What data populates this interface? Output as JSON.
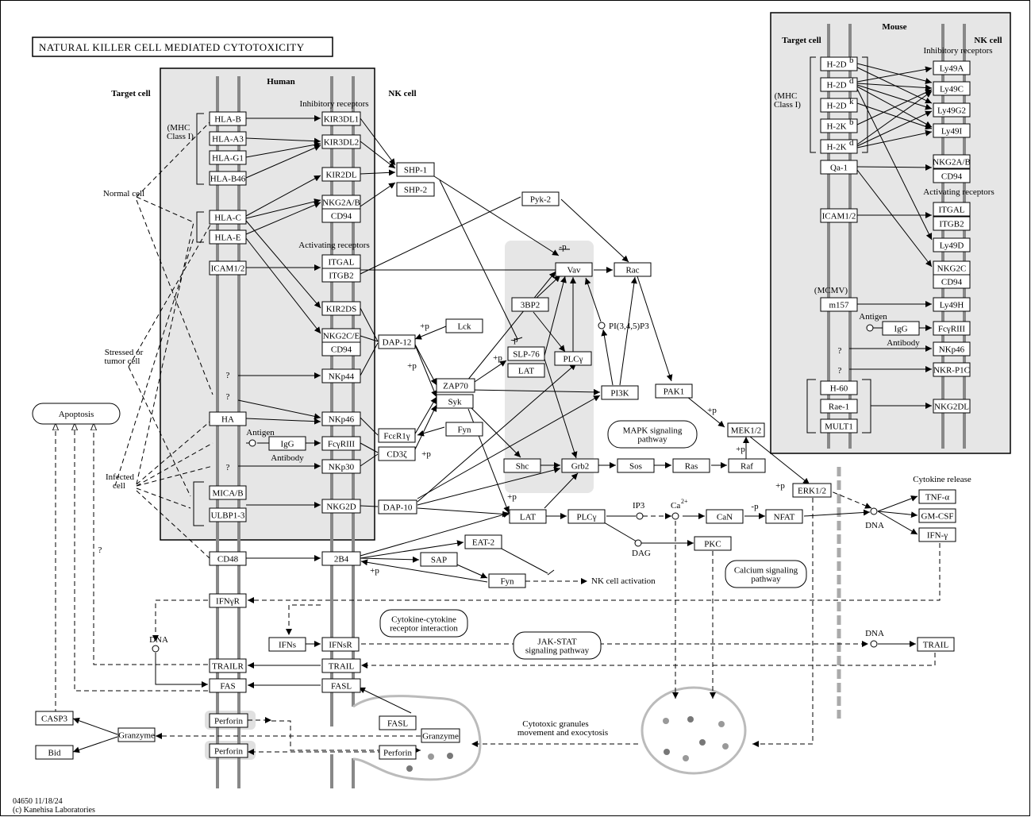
{
  "title": "NATURAL KILLER CELL MEDIATED CYTOTOXICITY",
  "footer": {
    "code": "04650 11/18/24",
    "copyright": "(c) Kanehisa Laboratories"
  },
  "colors": {
    "panel": "#e6e6e6",
    "membrane": "#888888",
    "granule": "#bbbbbb"
  },
  "labels": [
    {
      "id": "human",
      "text": "Human",
      "bold": true
    },
    {
      "id": "target-cell-h",
      "text": "Target cell",
      "bold": true
    },
    {
      "id": "nk-cell-h",
      "text": "NK cell",
      "bold": true
    },
    {
      "id": "inhib-h",
      "text": "Inhibitory receptors"
    },
    {
      "id": "activ-h",
      "text": "Activating receptors"
    },
    {
      "id": "mhc1",
      "text": "(MHC"
    },
    {
      "id": "mhc2",
      "text": "Class I)"
    },
    {
      "id": "normal",
      "text": "Normal cell"
    },
    {
      "id": "stressed1",
      "text": "Stressed or"
    },
    {
      "id": "stressed2",
      "text": "tumor cell"
    },
    {
      "id": "infected1",
      "text": "Infected"
    },
    {
      "id": "infected2",
      "text": "cell"
    },
    {
      "id": "antigen-h",
      "text": "Antigen"
    },
    {
      "id": "antibody-h",
      "text": "Antibody"
    },
    {
      "id": "q1",
      "text": "?"
    },
    {
      "id": "q2",
      "text": "?"
    },
    {
      "id": "q3",
      "text": "?"
    },
    {
      "id": "q4",
      "text": "?"
    },
    {
      "id": "mouse",
      "text": "Mouse",
      "bold": true
    },
    {
      "id": "target-cell-m",
      "text": "Target cell",
      "bold": true
    },
    {
      "id": "nk-cell-m",
      "text": "NK cell",
      "bold": true
    },
    {
      "id": "inhib-m",
      "text": "Inhibitory receptors"
    },
    {
      "id": "activ-m",
      "text": "Activating receptors"
    },
    {
      "id": "mmhc1",
      "text": "(MHC"
    },
    {
      "id": "mmhc2",
      "text": "Class I)"
    },
    {
      "id": "mcmv",
      "text": "(MCMV)"
    },
    {
      "id": "antigen-m",
      "text": "Antigen"
    },
    {
      "id": "antibody-m",
      "text": "Antibody"
    },
    {
      "id": "mq1",
      "text": "?"
    },
    {
      "id": "mq2",
      "text": "?"
    },
    {
      "id": "p1",
      "text": "+p"
    },
    {
      "id": "p2",
      "text": "+p"
    },
    {
      "id": "p3",
      "text": "+p"
    },
    {
      "id": "p4",
      "text": "+p"
    },
    {
      "id": "p5",
      "text": "+p"
    },
    {
      "id": "p6",
      "text": "+p"
    },
    {
      "id": "p7",
      "text": "+p"
    },
    {
      "id": "p8",
      "text": "+p"
    },
    {
      "id": "p9",
      "text": "+p"
    },
    {
      "id": "m1",
      "text": "-p"
    },
    {
      "id": "m2",
      "text": "-p"
    },
    {
      "id": "m3",
      "text": "-p"
    },
    {
      "id": "pi3",
      "text": "PI(3,4,5)P3"
    },
    {
      "id": "ip3",
      "text": "IP3"
    },
    {
      "id": "ca",
      "text": "Ca2+"
    },
    {
      "id": "dag",
      "text": "DAG"
    },
    {
      "id": "dna1",
      "text": "DNA"
    },
    {
      "id": "dna2",
      "text": "DNA"
    },
    {
      "id": "dna3",
      "text": "DNA"
    },
    {
      "id": "cyto-release",
      "text": "Cytokine release"
    },
    {
      "id": "nk-activation",
      "text": "NK cell activation"
    },
    {
      "id": "granules1",
      "text": "Cytotoxic granules"
    },
    {
      "id": "granules2",
      "text": "movement and exocytosis"
    }
  ],
  "pathways": [
    {
      "id": "mapk",
      "lines": [
        "MAPK signaling",
        "pathway"
      ]
    },
    {
      "id": "calcium",
      "lines": [
        "Calcium signaling",
        "pathway"
      ]
    },
    {
      "id": "cytokine",
      "lines": [
        "Cytokine-cytokine",
        "receptor interaction"
      ]
    },
    {
      "id": "jakstat",
      "lines": [
        "JAK-STAT",
        "signaling pathway"
      ]
    },
    {
      "id": "apoptosis",
      "lines": [
        "Apoptosis"
      ]
    }
  ],
  "nodes": [
    {
      "id": "HLA-B",
      "text": "HLA-B"
    },
    {
      "id": "HLA-A3",
      "text": "HLA-A3"
    },
    {
      "id": "HLA-G1",
      "text": "HLA-G1"
    },
    {
      "id": "HLA-B46",
      "text": "HLA-B46"
    },
    {
      "id": "HLA-C",
      "text": "HLA-C"
    },
    {
      "id": "HLA-E",
      "text": "HLA-E"
    },
    {
      "id": "ICAM",
      "text": "ICAM1/2"
    },
    {
      "id": "HA",
      "text": "HA"
    },
    {
      "id": "MICAB",
      "text": "MICA/B"
    },
    {
      "id": "ULBP",
      "text": "ULBP1-3"
    },
    {
      "id": "CD48",
      "text": "CD48"
    },
    {
      "id": "KIR3DL1",
      "text": "KIR3DL1"
    },
    {
      "id": "KIR3DL2",
      "text": "KIR3DL2"
    },
    {
      "id": "KIR2DL",
      "text": "KIR2DL"
    },
    {
      "id": "NKG2AB",
      "text": "NKG2A/B"
    },
    {
      "id": "CD94a",
      "text": "CD94"
    },
    {
      "id": "ITGAL",
      "text": "ITGAL"
    },
    {
      "id": "ITGB2",
      "text": "ITGB2"
    },
    {
      "id": "KIR2DS",
      "text": "KIR2DS"
    },
    {
      "id": "NKG2CE",
      "text": "NKG2C/E"
    },
    {
      "id": "CD94b",
      "text": "CD94"
    },
    {
      "id": "NKp44",
      "text": "NKp44"
    },
    {
      "id": "NKp46",
      "text": "NKp46"
    },
    {
      "id": "FcgRIII",
      "text": "FcγRIII"
    },
    {
      "id": "NKp30",
      "text": "NKp30"
    },
    {
      "id": "NKG2D",
      "text": "NKG2D"
    },
    {
      "id": "2B4",
      "text": "2B4"
    },
    {
      "id": "IgG",
      "text": "IgG"
    },
    {
      "id": "SHP-1",
      "text": "SHP-1"
    },
    {
      "id": "SHP-2",
      "text": "SHP-2"
    },
    {
      "id": "DAP-12",
      "text": "DAP-12"
    },
    {
      "id": "FceR1g",
      "text": "FcεR1γ"
    },
    {
      "id": "CD3z",
      "text": "CD3ζ"
    },
    {
      "id": "DAP-10",
      "text": "DAP-10"
    },
    {
      "id": "Lck",
      "text": "Lck"
    },
    {
      "id": "ZAP70",
      "text": "ZAP70"
    },
    {
      "id": "Syk",
      "text": "Syk"
    },
    {
      "id": "Fyn1",
      "text": "Fyn"
    },
    {
      "id": "Pyk-2",
      "text": "Pyk-2"
    },
    {
      "id": "Vav",
      "text": "Vav"
    },
    {
      "id": "Rac",
      "text": "Rac"
    },
    {
      "id": "3BP2",
      "text": "3BP2"
    },
    {
      "id": "SLP-76",
      "text": "SLP-76"
    },
    {
      "id": "LAT1",
      "text": "LAT"
    },
    {
      "id": "PLCg1",
      "text": "PLCγ"
    },
    {
      "id": "PI3K",
      "text": "PI3K"
    },
    {
      "id": "PAK1",
      "text": "PAK1"
    },
    {
      "id": "MEK12",
      "text": "MEK1/2"
    },
    {
      "id": "Shc",
      "text": "Shc"
    },
    {
      "id": "Grb2",
      "text": "Grb2"
    },
    {
      "id": "Sos",
      "text": "Sos"
    },
    {
      "id": "Ras",
      "text": "Ras"
    },
    {
      "id": "Raf",
      "text": "Raf"
    },
    {
      "id": "ERK12",
      "text": "ERK1/2"
    },
    {
      "id": "LAT2",
      "text": "LAT"
    },
    {
      "id": "PLCg2",
      "text": "PLCγ"
    },
    {
      "id": "CaN",
      "text": "CaN"
    },
    {
      "id": "NFAT",
      "text": "NFAT"
    },
    {
      "id": "PKC",
      "text": "PKC"
    },
    {
      "id": "EAT-2",
      "text": "EAT-2"
    },
    {
      "id": "SAP",
      "text": "SAP"
    },
    {
      "id": "Fyn2",
      "text": "Fyn"
    },
    {
      "id": "TNF",
      "text": "TNF-α"
    },
    {
      "id": "GMCSF",
      "text": "GM-CSF"
    },
    {
      "id": "IFNg",
      "text": "IFN-γ"
    },
    {
      "id": "IFNgR",
      "text": "IFNγR"
    },
    {
      "id": "IFNs",
      "text": "IFNs"
    },
    {
      "id": "IFNsR",
      "text": "IFNsR"
    },
    {
      "id": "TRAILR",
      "text": "TRAILR"
    },
    {
      "id": "TRAIL1",
      "text": "TRAIL"
    },
    {
      "id": "TRAIL2",
      "text": "TRAIL"
    },
    {
      "id": "FAS",
      "text": "FAS"
    },
    {
      "id": "FASL1",
      "text": "FASL"
    },
    {
      "id": "FASL2",
      "text": "FASL"
    },
    {
      "id": "Perforin1",
      "text": "Perforin"
    },
    {
      "id": "Perforin2",
      "text": "Perforin"
    },
    {
      "id": "Perforin3",
      "text": "Perforin"
    },
    {
      "id": "Granzyme1",
      "text": "Granzyme"
    },
    {
      "id": "Granzyme2",
      "text": "Granzyme"
    },
    {
      "id": "CASP3",
      "text": "CASP3"
    },
    {
      "id": "Bid",
      "text": "Bid"
    },
    {
      "id": "H-2Db",
      "text": "H-2Db"
    },
    {
      "id": "H-2Dd",
      "text": "H-2Dd"
    },
    {
      "id": "H-2Dk",
      "text": "H-2Dk"
    },
    {
      "id": "H-2Kb",
      "text": "H-2Kb"
    },
    {
      "id": "H-2Kd",
      "text": "H-2Kd"
    },
    {
      "id": "Qa-1",
      "text": "Qa-1"
    },
    {
      "id": "mICAM",
      "text": "ICAM1/2"
    },
    {
      "id": "m157",
      "text": "m157"
    },
    {
      "id": "mIgG",
      "text": "IgG"
    },
    {
      "id": "H-60",
      "text": "H-60"
    },
    {
      "id": "Rae-1",
      "text": "Rae-1"
    },
    {
      "id": "MULT1",
      "text": "MULT1"
    },
    {
      "id": "Ly49A",
      "text": "Ly49A"
    },
    {
      "id": "Ly49C",
      "text": "Ly49C"
    },
    {
      "id": "Ly49G2",
      "text": "Ly49G2"
    },
    {
      "id": "Ly49I",
      "text": "Ly49I"
    },
    {
      "id": "mNKG2AB",
      "text": "NKG2A/B"
    },
    {
      "id": "mCD94a",
      "text": "CD94"
    },
    {
      "id": "mITGAL",
      "text": "ITGAL"
    },
    {
      "id": "mITGB2",
      "text": "ITGB2"
    },
    {
      "id": "Ly49D",
      "text": "Ly49D"
    },
    {
      "id": "mNKG2C",
      "text": "NKG2C"
    },
    {
      "id": "mCD94b",
      "text": "CD94"
    },
    {
      "id": "Ly49H",
      "text": "Ly49H"
    },
    {
      "id": "mFcgRIII",
      "text": "FcγRIII"
    },
    {
      "id": "mNKp46",
      "text": "NKp46"
    },
    {
      "id": "NKRP1C",
      "text": "NKR-P1C"
    },
    {
      "id": "mNKG2DL",
      "text": "NKG2DL"
    }
  ]
}
